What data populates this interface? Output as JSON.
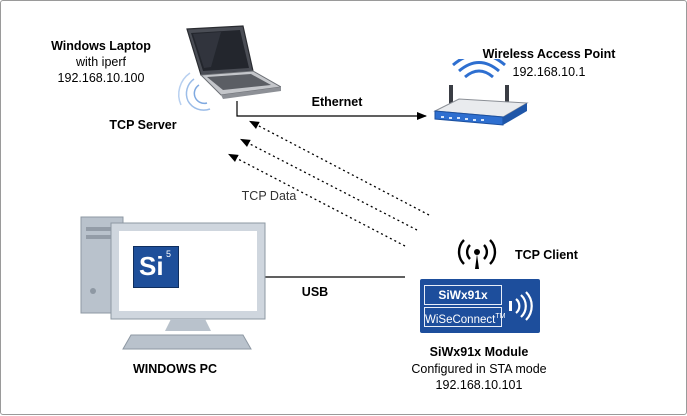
{
  "laptop": {
    "title": "Windows Laptop",
    "subtitle": "with iperf",
    "ip": "192.168.10.100",
    "role": "TCP Server"
  },
  "access_point": {
    "title": "Wireless Access Point",
    "ip": "192.168.10.1"
  },
  "links": {
    "ethernet": "Ethernet",
    "tcp_data": "TCP Data",
    "usb": "USB"
  },
  "client": {
    "role": "TCP Client"
  },
  "module": {
    "chip_label": "SiWx91x",
    "brand": "WiSeConnect",
    "trademark": "TM",
    "title": "SiWx91x Module",
    "mode": "Configured in STA mode",
    "ip": "192.168.10.101"
  },
  "pc": {
    "label": "WINDOWS PC",
    "logo_text": "Si",
    "logo_superscript": "5"
  },
  "colors": {
    "module_blue": "#1d4e9c",
    "router_blue": "#2e6fd0",
    "line": "#000000"
  },
  "icons": [
    "laptop-icon",
    "wifi-router-icon",
    "desktop-pc-icon",
    "wireless-signal-icon",
    "silicon-labs-logo-icon"
  ]
}
